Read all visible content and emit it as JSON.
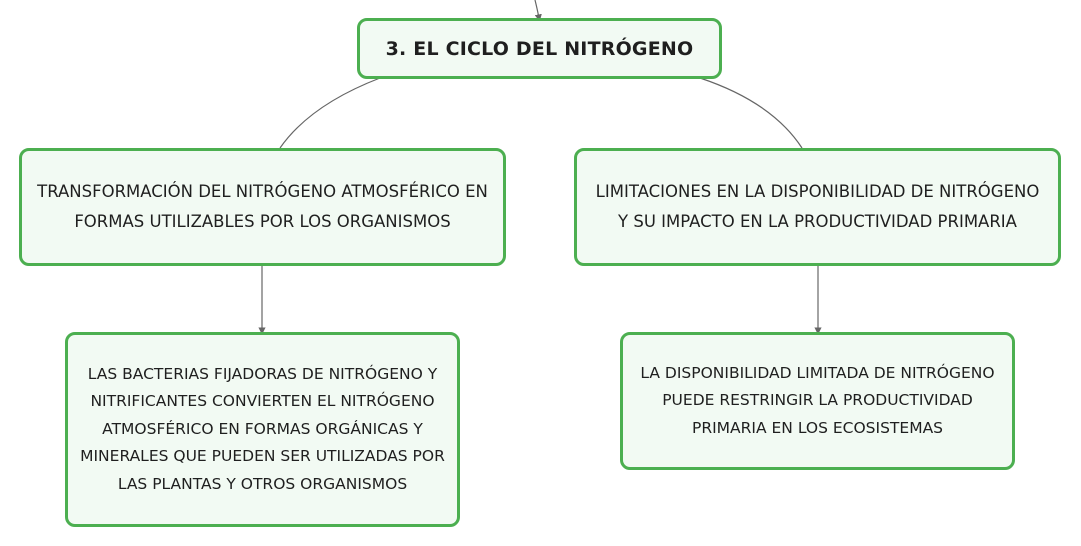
{
  "diagram": {
    "root": {
      "label": "3. EL CICLO DEL NITRÓGENO"
    },
    "branches": [
      {
        "label": "TRANSFORMACIÓN DEL NITRÓGENO ATMOSFÉRICO EN FORMAS UTILIZABLES POR LOS ORGANISMOS",
        "detail": "LAS BACTERIAS FIJADORAS DE NITRÓGENO Y NITRIFICANTES CONVIERTEN EL NITRÓGENO ATMOSFÉRICO EN FORMAS ORGÁNICAS Y MINERALES QUE PUEDEN SER UTILIZADAS POR LAS PLANTAS Y OTROS ORGANISMOS"
      },
      {
        "label": "LIMITACIONES EN LA DISPONIBILIDAD DE NITRÓGENO Y SU IMPACTO EN LA PRODUCTIVIDAD PRIMARIA",
        "detail": "LA DISPONIBILIDAD LIMITADA DE NITRÓGENO PUEDE RESTRINGIR LA PRODUCTIVIDAD PRIMARIA EN LOS ECOSISTEMAS"
      }
    ]
  },
  "colors": {
    "node_border": "#4caf50",
    "node_fill": "#f2faf3",
    "connector": "#666666"
  }
}
